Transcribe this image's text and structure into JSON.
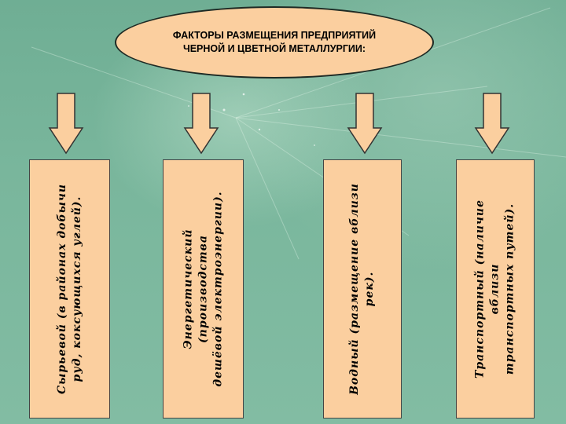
{
  "title": {
    "line1": "ФАКТОРЫ РАЗМЕЩЕНИЯ ПРЕДПРИЯТИЙ",
    "line2": "ЧЕРНОЙ И ЦВЕТНОЙ МЕТАЛЛУРГИИ:"
  },
  "factors": [
    {
      "lines": [
        "Сырьевой (в районах добычи",
        "руд, коксующихся углей)."
      ]
    },
    {
      "lines": [
        "Энергетический",
        "(производства",
        "дешёвой электроэнергии)."
      ]
    },
    {
      "lines": [
        "Водный (размещение вблизи",
        "рек)."
      ]
    },
    {
      "lines": [
        "Транспортный (наличие",
        "вблизи",
        "транспортных путей)."
      ]
    }
  ],
  "colors": {
    "fill": "#fbcf9f",
    "outline": "#1e2a24",
    "background": "#79b69c"
  }
}
